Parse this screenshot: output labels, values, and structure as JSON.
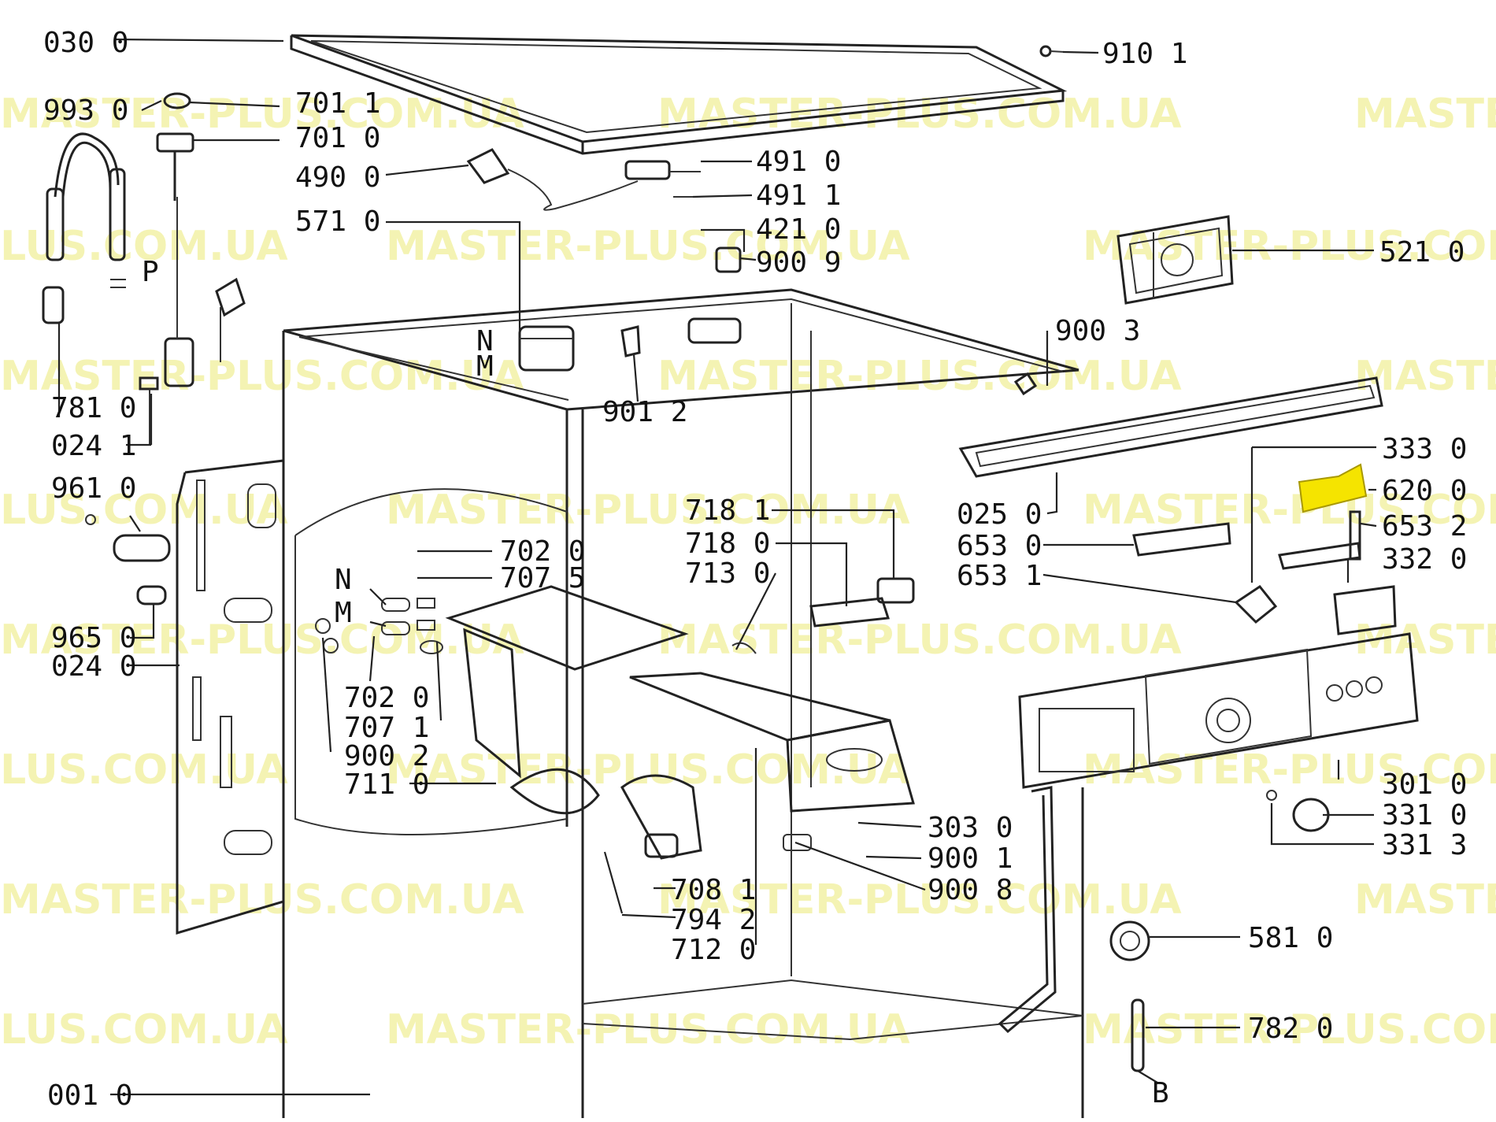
{
  "diagram": {
    "watermark": "MASTER-PLUS.COM.UA",
    "highlight_color": "#f5e400",
    "highlighted_part": "620 0",
    "labels": [
      {
        "id": "l-030-0",
        "text": "030 0"
      },
      {
        "id": "l-993-0",
        "text": "993 0"
      },
      {
        "id": "l-701-1",
        "text": "701 1"
      },
      {
        "id": "l-701-0",
        "text": "701 0"
      },
      {
        "id": "l-490-0",
        "text": "490 0"
      },
      {
        "id": "l-571-0",
        "text": "571 0"
      },
      {
        "id": "l-491-0",
        "text": "491 0"
      },
      {
        "id": "l-491-1",
        "text": "491 1"
      },
      {
        "id": "l-421-0",
        "text": "421 0"
      },
      {
        "id": "l-900-9",
        "text": "900 9"
      },
      {
        "id": "l-910-1",
        "text": "910 1"
      },
      {
        "id": "l-521-0",
        "text": "521 0"
      },
      {
        "id": "l-900-3",
        "text": "900 3"
      },
      {
        "id": "l-901-2",
        "text": "901 2"
      },
      {
        "id": "l-n-upper",
        "text": "N"
      },
      {
        "id": "l-m-upper",
        "text": "M"
      },
      {
        "id": "l-p",
        "text": "P"
      },
      {
        "id": "l-781-0",
        "text": "781 0"
      },
      {
        "id": "l-024-1",
        "text": "024 1"
      },
      {
        "id": "l-961-0",
        "text": "961 0"
      },
      {
        "id": "l-965-0",
        "text": "965 0"
      },
      {
        "id": "l-024-0",
        "text": "024 0"
      },
      {
        "id": "l-333-0",
        "text": "333 0"
      },
      {
        "id": "l-620-0",
        "text": "620 0"
      },
      {
        "id": "l-653-2",
        "text": "653 2"
      },
      {
        "id": "l-332-0",
        "text": "332 0"
      },
      {
        "id": "l-025-0",
        "text": "025 0"
      },
      {
        "id": "l-653-0",
        "text": "653 0"
      },
      {
        "id": "l-653-1",
        "text": "653 1"
      },
      {
        "id": "l-718-1",
        "text": "718 1"
      },
      {
        "id": "l-718-0",
        "text": "718 0"
      },
      {
        "id": "l-713-0",
        "text": "713 0"
      },
      {
        "id": "l-702-0a",
        "text": "702 0"
      },
      {
        "id": "l-707-5",
        "text": "707 5"
      },
      {
        "id": "l-n-lower",
        "text": "N"
      },
      {
        "id": "l-m-lower",
        "text": "M"
      },
      {
        "id": "l-702-0b",
        "text": "702 0"
      },
      {
        "id": "l-707-1",
        "text": "707 1"
      },
      {
        "id": "l-900-2",
        "text": "900 2"
      },
      {
        "id": "l-711-0",
        "text": "711 0"
      },
      {
        "id": "l-301-0",
        "text": "301 0"
      },
      {
        "id": "l-331-0",
        "text": "331 0"
      },
      {
        "id": "l-331-3",
        "text": "331 3"
      },
      {
        "id": "l-303-0",
        "text": "303 0"
      },
      {
        "id": "l-900-1",
        "text": "900 1"
      },
      {
        "id": "l-900-8",
        "text": "900 8"
      },
      {
        "id": "l-708-1",
        "text": "708 1"
      },
      {
        "id": "l-794-2",
        "text": "794 2"
      },
      {
        "id": "l-712-0",
        "text": "712 0"
      },
      {
        "id": "l-581-0",
        "text": "581 0"
      },
      {
        "id": "l-782-0",
        "text": "782 0"
      },
      {
        "id": "l-b",
        "text": "B"
      },
      {
        "id": "l-001-0",
        "text": "001 0"
      }
    ]
  }
}
